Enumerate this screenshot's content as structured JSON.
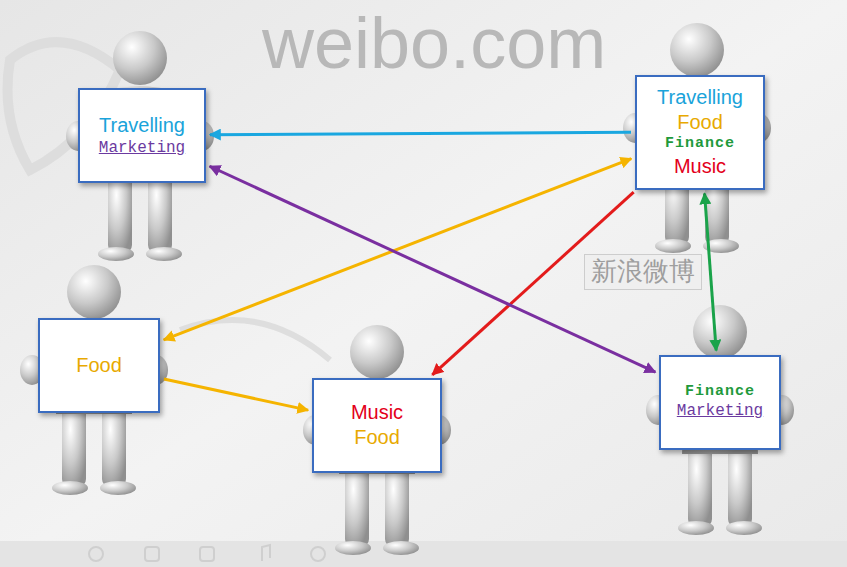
{
  "diagram": {
    "nodes": [
      {
        "text": [
          "Travelling",
          "Marketing"
        ]
      },
      {
        "text": [
          "Travelling",
          "Food",
          "Finance",
          "Music"
        ]
      },
      {
        "text": [
          "Food"
        ]
      },
      {
        "text": [
          "Music",
          "Food"
        ]
      },
      {
        "text": [
          "Finance",
          "Marketing"
        ]
      }
    ],
    "edges": [
      {
        "from": 1,
        "to": 0,
        "arrow": "to"
      },
      {
        "from": 1,
        "to": 2,
        "arrow": "both"
      },
      {
        "from": 2,
        "to": 3,
        "arrow": "to"
      },
      {
        "from": 1,
        "to": 3,
        "arrow": "to"
      },
      {
        "from": 1,
        "to": 4,
        "arrow": "both"
      },
      {
        "from": 0,
        "to": 4,
        "arrow": "both"
      }
    ],
    "labels": [
      "weibo.com",
      "新浪微博"
    ]
  }
}
